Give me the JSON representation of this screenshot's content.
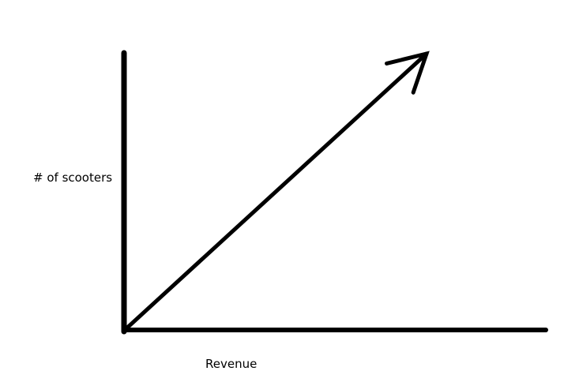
{
  "chart_data": {
    "type": "line",
    "title": "",
    "xlabel": "Revenue",
    "ylabel": "# of scooters",
    "x": [
      0,
      1
    ],
    "series": [
      {
        "values": [
          0,
          1
        ]
      }
    ],
    "line_end": "arrow",
    "grid": false,
    "ticks": false,
    "legend": "none"
  },
  "colors": {
    "ink": "#000000",
    "background": "#ffffff"
  }
}
